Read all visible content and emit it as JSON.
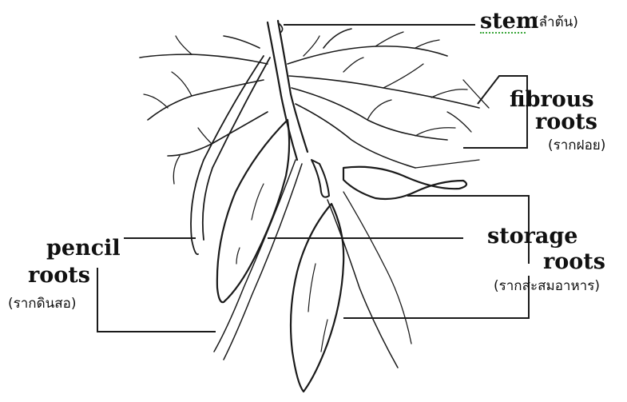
{
  "labels": {
    "stem": {
      "en": "stem",
      "th": "(ลำต้น)"
    },
    "fibrous_roots": {
      "en_line1": "fibrous",
      "en_line2": "roots",
      "th": "(รากฝอย)"
    },
    "storage_roots": {
      "en_line1": "storage",
      "en_line2": "roots",
      "th": "(รากสะสมอาหาร)"
    },
    "pencil_roots": {
      "en_line1": "pencil",
      "en_line2": "roots",
      "th": "(รากดินสอ)"
    }
  },
  "colors": {
    "ink": "#1a1a1a",
    "background": "#ffffff",
    "spellcheck_underline": "#3aa63a"
  }
}
